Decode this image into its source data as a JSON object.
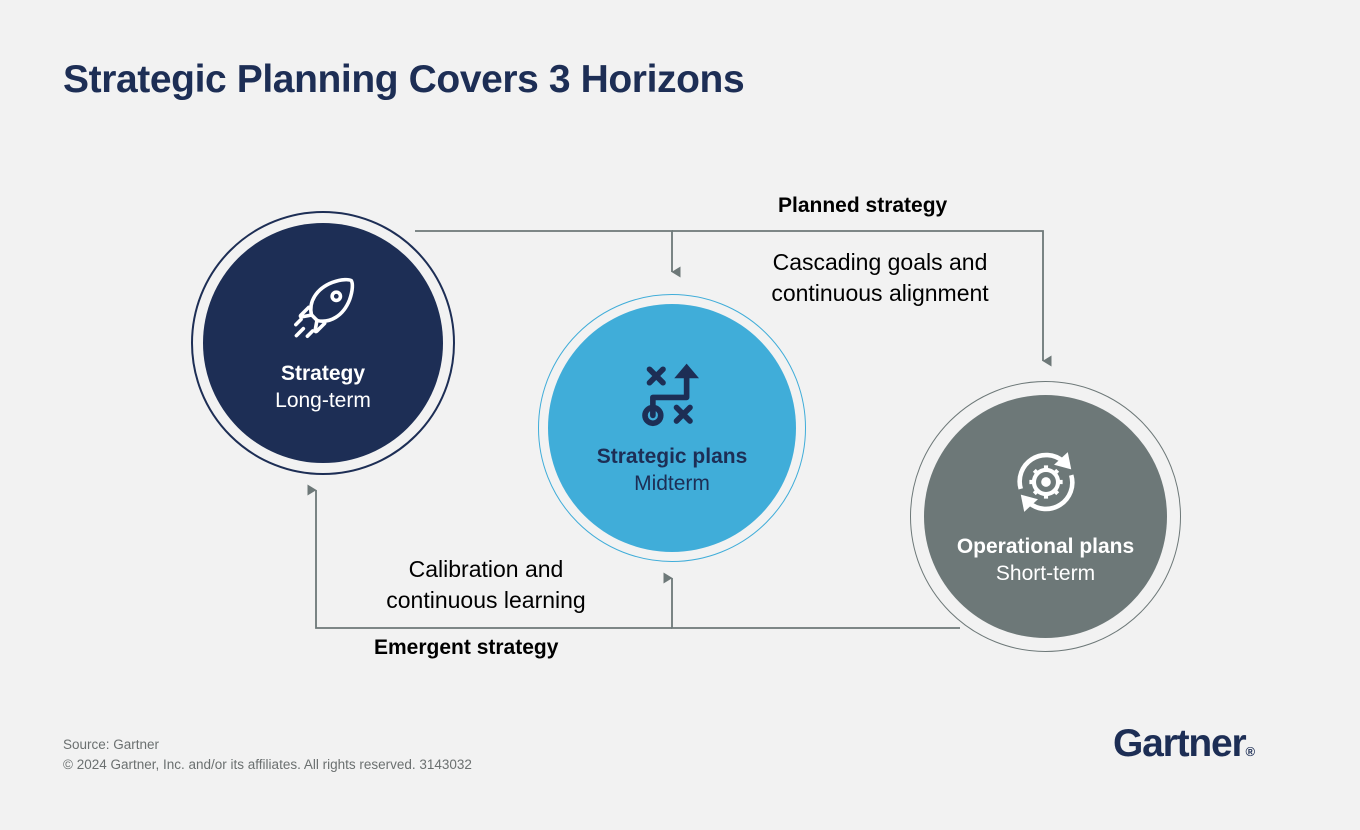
{
  "title": "Strategic Planning Covers 3 Horizons",
  "colors": {
    "background": "#f2f2f2",
    "navy": "#1d2e55",
    "blue": "#40add9",
    "gray": "#6d7878",
    "connector": "#6d7878",
    "label_text": "#000000",
    "footer_text": "#6b7070"
  },
  "nodes": [
    {
      "id": "strategy",
      "title": "Strategy",
      "subtitle": "Long-term",
      "icon": "rocket-icon",
      "fill": "#1d2e55",
      "text_color": "#ffffff"
    },
    {
      "id": "strategic-plans",
      "title": "Strategic plans",
      "subtitle": "Midterm",
      "icon": "strategy-playbook-icon",
      "fill": "#40add9",
      "text_color": "#1d2e55"
    },
    {
      "id": "operational-plans",
      "title": "Operational plans",
      "subtitle": "Short-term",
      "icon": "gear-cycle-icon",
      "fill": "#6d7878",
      "text_color": "#ffffff"
    }
  ],
  "flows": {
    "planned": {
      "heading": "Planned strategy",
      "description": "Cascading goals and continuous alignment"
    },
    "emergent": {
      "heading": "Emergent strategy",
      "description": "Calibration and continuous learning"
    }
  },
  "footer": {
    "source": "Source: Gartner",
    "copyright": "© 2024 Gartner, Inc. and/or its affiliates. All rights reserved. 3143032",
    "logo_text": "Gartner",
    "logo_mark": "®"
  }
}
